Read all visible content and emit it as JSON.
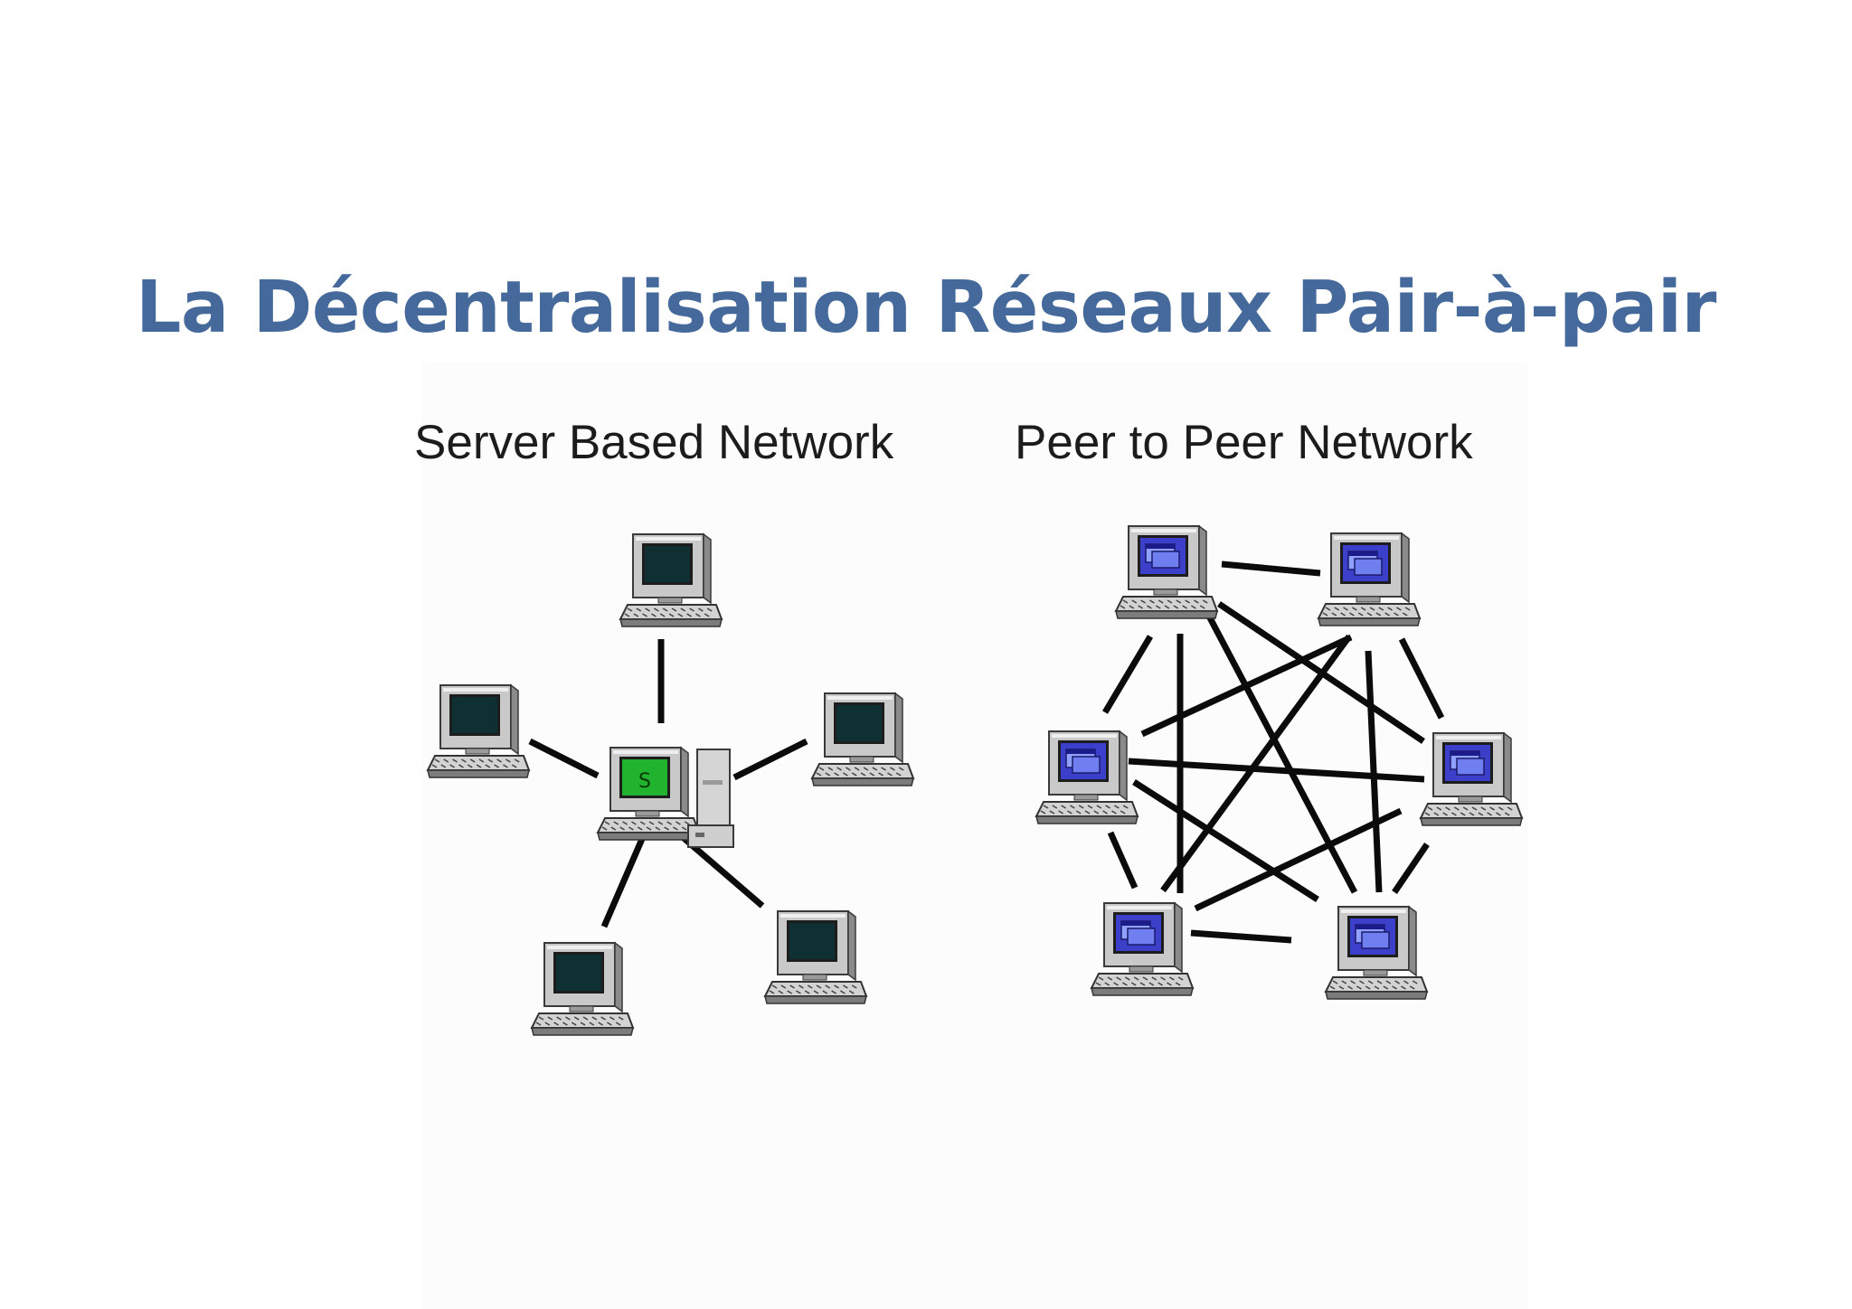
{
  "title": "La Décentralisation Réseaux Pair-à-pair",
  "diagrams": [
    {
      "id": "server-based",
      "caption": "Server Based Network",
      "server_label": "S",
      "node_count": 5,
      "screen_color": "#0f3033"
    },
    {
      "id": "peer-to-peer",
      "caption": "Peer to Peer Network",
      "node_count": 6,
      "screen_color": "#3c3fc9"
    }
  ],
  "colors": {
    "title": "#44699a",
    "caption": "#1c1c1c",
    "link": "#0b0b0b",
    "server_screen": "#22b32e"
  }
}
